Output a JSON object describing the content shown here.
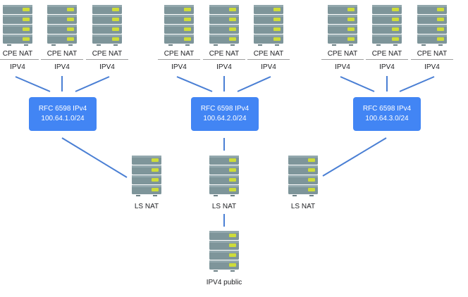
{
  "groups": [
    {
      "cpe": [
        {
          "name": "CPE NAT",
          "proto": "IPV4"
        },
        {
          "name": "CPE NAT",
          "proto": "IPV4"
        },
        {
          "name": "CPE NAT",
          "proto": "IPV4"
        }
      ],
      "rfc": {
        "title": "RFC 6598 IPv4",
        "subnet": "100.64.1.0/24"
      }
    },
    {
      "cpe": [
        {
          "name": "CPE NAT",
          "proto": "IPV4"
        },
        {
          "name": "CPE NAT",
          "proto": "IPV4"
        },
        {
          "name": "CPE NAT",
          "proto": "IPV4"
        }
      ],
      "rfc": {
        "title": "RFC 6598 IPv4",
        "subnet": "100.64.2.0/24"
      }
    },
    {
      "cpe": [
        {
          "name": "CPE NAT",
          "proto": "IPV4"
        },
        {
          "name": "CPE NAT",
          "proto": "IPV4"
        },
        {
          "name": "CPE NAT",
          "proto": "IPV4"
        }
      ],
      "rfc": {
        "title": "RFC 6598 IPv4",
        "subnet": "100.64.3.0/24"
      }
    }
  ],
  "ls_nat": [
    {
      "label": "LS NAT"
    },
    {
      "label": "LS NAT"
    },
    {
      "label": "LS NAT"
    }
  ],
  "public": {
    "label": "IPV4 public"
  },
  "colors": {
    "box": "#4285f4",
    "line": "#4a7fd4",
    "server_body": "#7e959a",
    "server_led": "#cddc39"
  }
}
